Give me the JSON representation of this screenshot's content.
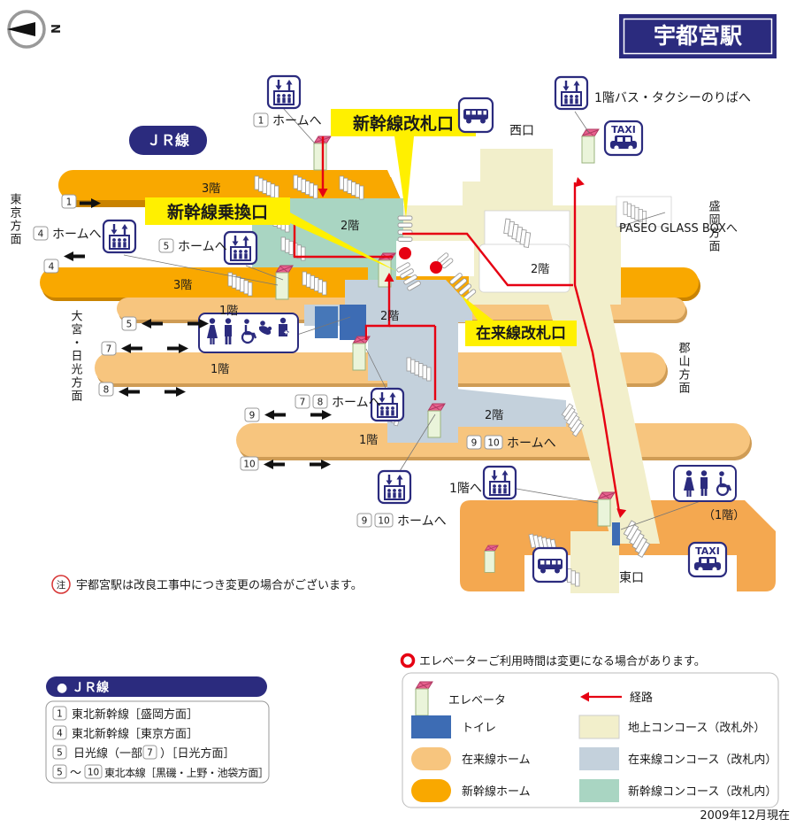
{
  "title": "宇都宮駅",
  "badges": {
    "jr": "ＪＲ線",
    "compass": "N"
  },
  "exits": {
    "west": "西口",
    "east": "東口"
  },
  "directions": {
    "tokyo": "東京方面",
    "omiya_nikko": "大宮・日光方面",
    "morioka": "盛岡方面",
    "koriyama": "郡山方面"
  },
  "gates": {
    "shinkansen": "新幹線改札口",
    "transfer": "新幹線乗換口",
    "local": "在来線改札口"
  },
  "paseo": "PASEO GLASS BOXへ",
  "floor_labels": {
    "p1": "3階",
    "p46": "3階",
    "p56": "1階",
    "p78": "1階",
    "p910": "1階",
    "shinkansen_concourse": "2階",
    "ground_concourse": "2階",
    "local_concourse_upper": "2階",
    "local_concourse_lower": "2階",
    "east_toilet_floor": "（1階）"
  },
  "track_signs": {
    "t1": "1",
    "t4": "4",
    "t5": "5",
    "t7": "7",
    "t8": "8",
    "t9": "9",
    "t10": "10"
  },
  "elevator_links": {
    "p1": {
      "n1": "1",
      "label": "ホームへ"
    },
    "p4": {
      "n1": "4",
      "label": "ホームへ"
    },
    "p5": {
      "n1": "5",
      "label": "ホームへ"
    },
    "p78": {
      "n1": "7",
      "n2": "8",
      "label": "ホームへ"
    },
    "p910_platform": {
      "n1": "9",
      "n2": "10",
      "label": "ホームへ"
    },
    "p910_ground": {
      "n1": "9",
      "n2": "10",
      "label": "ホームへ"
    },
    "to_first_floor": {
      "label": "1階へ"
    },
    "to_bus_taxi": {
      "label": "1階バス・タクシーのりばへ"
    }
  },
  "icons": {
    "taxi": "TAXI"
  },
  "note": {
    "mark": "注",
    "text": "宇都宮駅は改良工事中につき変更の場合がございます。"
  },
  "legend_jr": {
    "header": "● ＪＲ線",
    "rows": [
      {
        "c1": "1",
        "t1": "東北新幹線［盛岡方面］"
      },
      {
        "c1": "4",
        "t1": "東北新幹線［東京方面］"
      },
      {
        "c1": "5",
        "t1": "日光線（一部",
        "c2": "7",
        "t2": "）［日光方面］"
      },
      {
        "c1": "5",
        "t1": "～",
        "c2": "10",
        "t2": "東北本線［黒磯・上野・池袋方面］"
      }
    ]
  },
  "legend_map": {
    "note": "エレベーターご利用時間は変更になる場合があります。",
    "elevator": "エレベータ",
    "toilet": "トイレ",
    "local_platform": "在来線ホーム",
    "shinkansen_platform": "新幹線ホーム",
    "route": "経路",
    "ground_concourse": "地上コンコース（改札外）",
    "local_concourse": "在来線コンコース（改札内）",
    "shinkansen_concourse": "新幹線コンコース（改札内）"
  },
  "as_of": "2009年12月現在",
  "colors": {
    "navy": "#2B2B7E",
    "route_red": "#E60012",
    "highlight_yellow": "#FFF000",
    "shinkansen_platform": "#F9A800",
    "local_platform": "#F7C57E",
    "ground_concourse": "#F2EFCB",
    "local_concourse": "#C4D1DC",
    "shinkansen_concourse": "#A9D5C2",
    "toilet_blue": "#3D6CB4",
    "east_plaza": "#F4A850"
  }
}
